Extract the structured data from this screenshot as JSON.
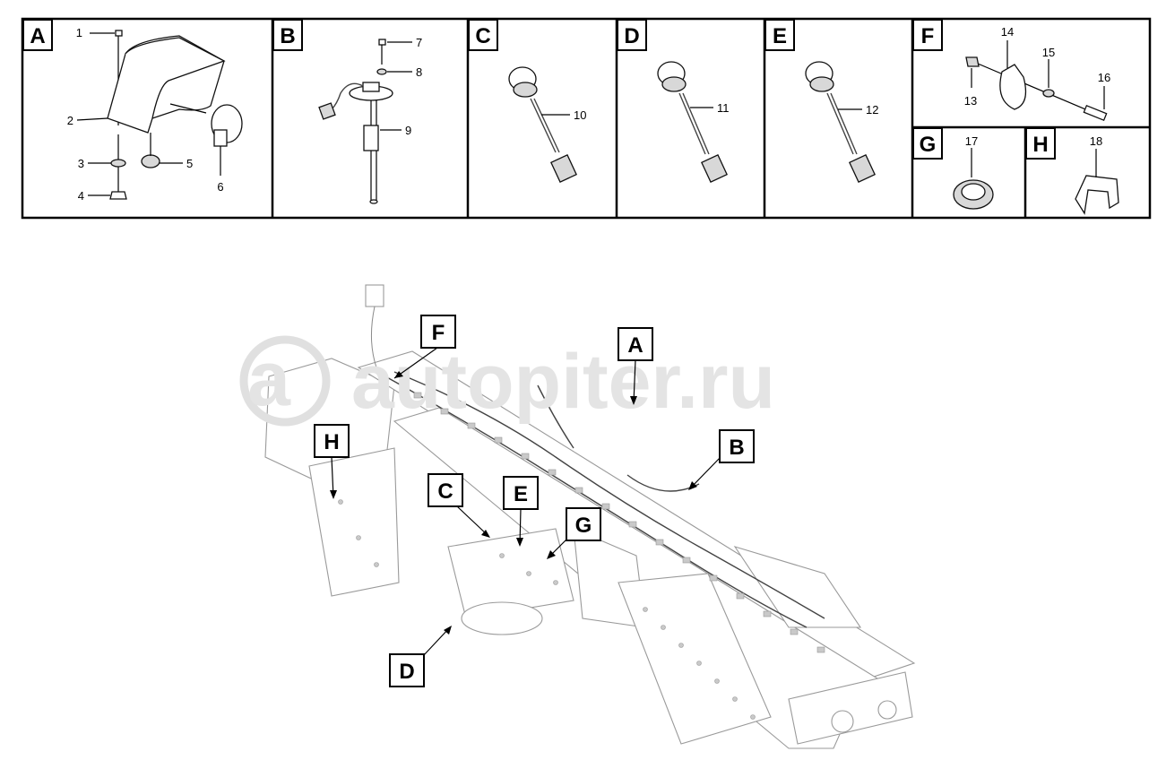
{
  "watermark": "autopiter.ru",
  "panels": [
    {
      "id": "A",
      "label": "A"
    },
    {
      "id": "B",
      "label": "B"
    },
    {
      "id": "C",
      "label": "C"
    },
    {
      "id": "D",
      "label": "D"
    },
    {
      "id": "E",
      "label": "E"
    },
    {
      "id": "F",
      "label": "F"
    },
    {
      "id": "G",
      "label": "G"
    },
    {
      "id": "H",
      "label": "H"
    }
  ],
  "part_numbers": [
    "1",
    "2",
    "3",
    "4",
    "5",
    "6",
    "7",
    "8",
    "9",
    "10",
    "11",
    "12",
    "13",
    "14",
    "15",
    "16",
    "17",
    "18"
  ],
  "callouts": [
    "F",
    "A",
    "H",
    "B",
    "C",
    "E",
    "G",
    "D"
  ]
}
